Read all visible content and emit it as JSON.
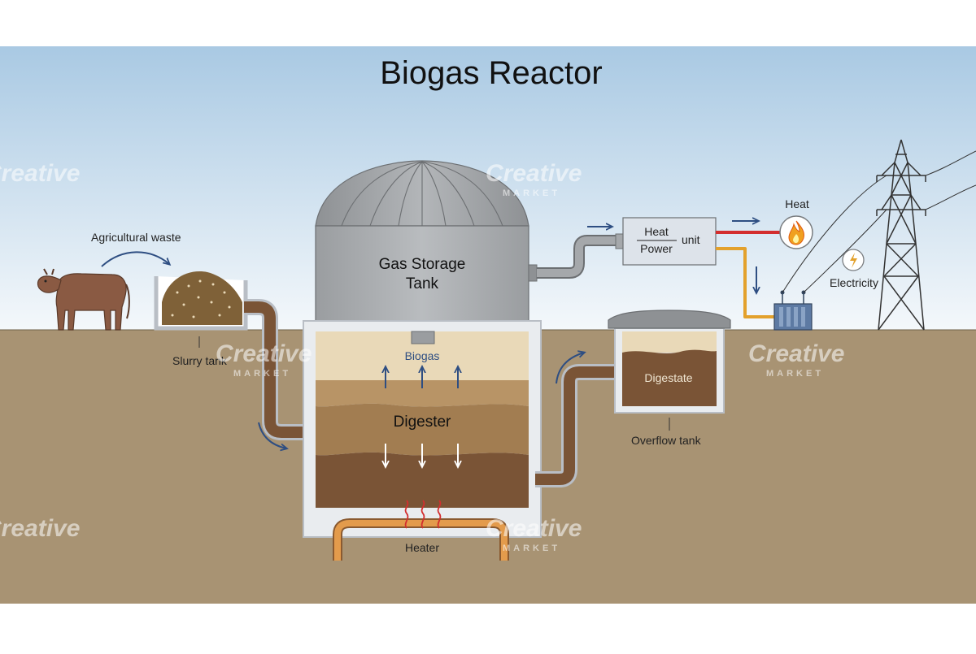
{
  "title": "Biogas Reactor",
  "labels": {
    "agricultural_waste": "Agricultural waste",
    "slurry_tank": "Slurry tank",
    "gas_storage_line1": "Gas Storage",
    "gas_storage_line2": "Tank",
    "biogas": "Biogas",
    "digester": "Digester",
    "heater": "Heater",
    "digestate": "Digestate",
    "overflow_tank": "Overflow tank",
    "heat_power_num": "Heat",
    "heat_power_den": "Power",
    "heat_power_suffix": "unit",
    "heat": "Heat",
    "electricity": "Electricity"
  },
  "watermark": {
    "brand": "Creative",
    "sub": "MARKET"
  },
  "colors": {
    "sky": "#a9c9e3",
    "ground": "#a89373",
    "pipe": "#7a5436",
    "pipe_outline": "#b9bec5",
    "tank_grey": "#a5a8ab",
    "gas_layer": "#e9d9b8",
    "heat_line": "#d32e2e",
    "power_line": "#e3a12c",
    "heater_pipe": "#e39b4c",
    "arrow_blue": "#2e4e82"
  }
}
